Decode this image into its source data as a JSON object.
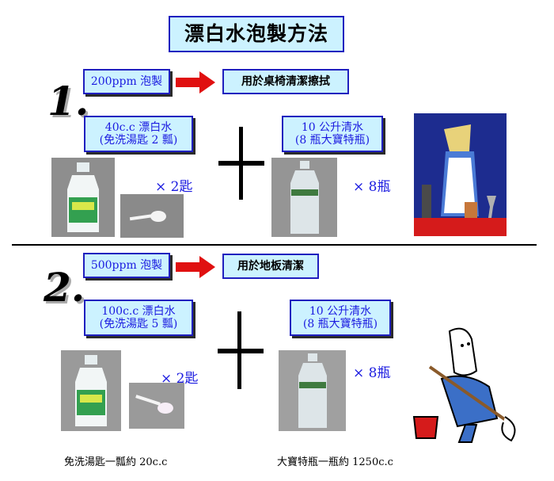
{
  "title": "漂白水泡製方法",
  "section1": {
    "number": "1.",
    "ppm": "200ppm 泡製",
    "use": "用於桌椅清潔擦拭",
    "bleach_lines": [
      "40c.c 漂白水",
      "(免洗湯匙 2 瓢)"
    ],
    "water_lines": [
      "10 公升清水",
      "(8 瓶大寶特瓶)"
    ],
    "spoon_qty": "× 2匙",
    "bottle_qty": "× 8瓶"
  },
  "section2": {
    "number": "2.",
    "ppm": "500ppm 泡製",
    "use": "用於地板清潔",
    "bleach_lines": [
      "100c.c 漂白水",
      "(免洗湯匙 5 瓢)"
    ],
    "water_lines": [
      "10 公升清水",
      "(8 瓶大寶特瓶)"
    ],
    "spoon_qty": "× 2匙",
    "bottle_qty": "× 8瓶"
  },
  "footer": {
    "spoon_note": "免洗湯匙一瓢約 20c.c",
    "bottle_note": "大寶特瓶一瓶約 1250c.c"
  },
  "colors": {
    "box_fill": "#ccf2ff",
    "box_border": "#1f1fbf",
    "text_blue": "#1b1be0",
    "arrow_red": "#e01010"
  },
  "icons": [
    "bleach-bottle-photo",
    "spoon-photo",
    "water-bottle-photo",
    "bartender-clipart",
    "mopping-clipart"
  ]
}
